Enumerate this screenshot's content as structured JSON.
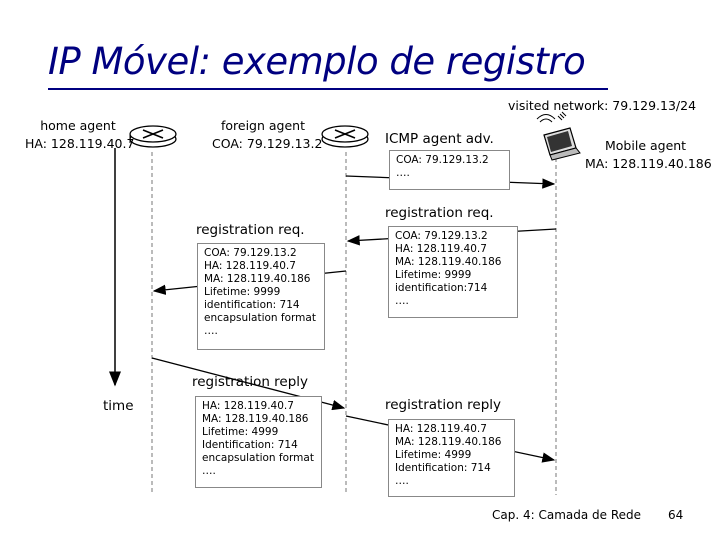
{
  "title": "IP Móvel: exemplo de registro",
  "home_agent": {
    "label": "home agent",
    "address": "HA: 128.119.40.7"
  },
  "foreign_agent": {
    "label": "foreign agent",
    "address": "COA: 79.129.13.2"
  },
  "visited_network": "visited network: 79.129.13/24",
  "mobile_agent": {
    "label": "Mobile agent",
    "address": "MA: 128.119.40.186"
  },
  "time_label": "time",
  "messages": {
    "icmp": {
      "label": "ICMP agent adv.",
      "lines": [
        "COA: 79.129.13.2",
        "…."
      ]
    },
    "reg_req_mobile": {
      "label": "registration req.",
      "lines": [
        "COA: 79.129.13.2",
        "HA: 128.119.40.7",
        "MA: 128.119.40.186",
        "Lifetime: 9999",
        "identification:714",
        "…."
      ]
    },
    "reg_req_foreign": {
      "label": "registration req.",
      "lines": [
        "COA: 79.129.13.2",
        "HA: 128.119.40.7",
        "MA: 128.119.40.186",
        "Lifetime: 9999",
        "identification: 714",
        "encapsulation format",
        "…."
      ]
    },
    "reg_reply_home": {
      "label": "registration reply",
      "lines": [
        "HA: 128.119.40.7",
        "MA: 128.119.40.186",
        "Lifetime: 4999",
        "Identification: 714",
        "encapsulation format",
        "…."
      ]
    },
    "reg_reply_foreign": {
      "label": "registration reply",
      "lines": [
        "HA: 128.119.40.7",
        "MA: 128.119.40.186",
        "Lifetime: 4999",
        "Identification: 714",
        "…."
      ]
    }
  },
  "footer": "Cap. 4: Camada de Rede",
  "page_number": "64"
}
